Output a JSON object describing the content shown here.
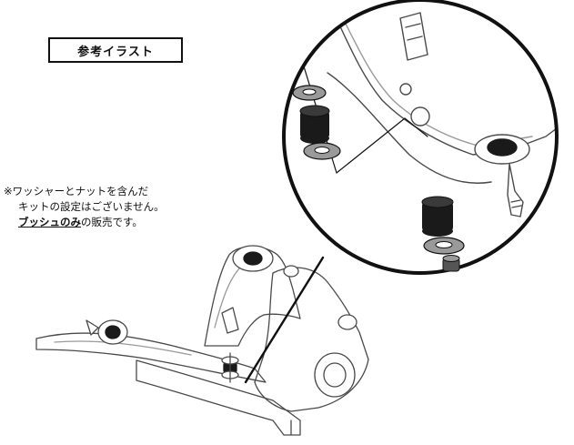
{
  "reference_label": "参考イラスト",
  "note": {
    "line1": "※ワッシャーとナットを含んだ",
    "line2": "キットの設定はございません。",
    "line3_emphasis": "ブッシュのみ",
    "line3_rest": "の販売です。"
  },
  "colors": {
    "ink": "#111111",
    "line": "#4a4a4a",
    "bushing_dark": "#1a1a1a",
    "washer_grey": "#9a9a9a",
    "background": "#ffffff"
  },
  "icons": [
    "suspension-assembly-illustration",
    "magnified-detail-circle",
    "bushing",
    "washer",
    "nut"
  ]
}
